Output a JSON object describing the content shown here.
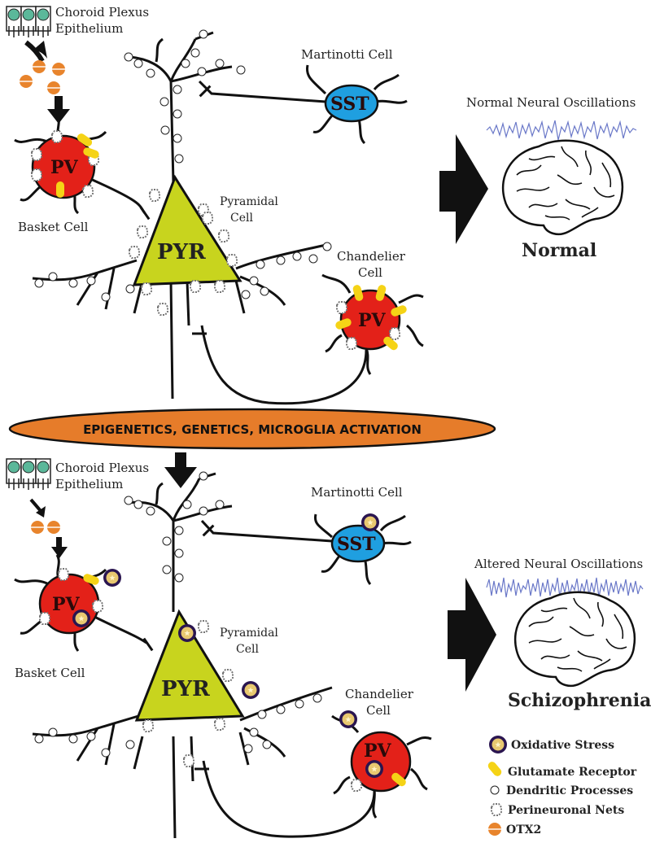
{
  "top_panel": {
    "choroid_label_1": "Choroid Plexus",
    "choroid_label_2": "Epithelium",
    "martinotti_label": "Martinotti Cell",
    "sst_label": "SST",
    "pv_basket_label": "PV",
    "basket_label": "Basket Cell",
    "pyramidal_label_1": "Pyramidal",
    "pyramidal_label_2": "Cell",
    "pyr_label": "PYR",
    "chandelier_label_1": "Chandelier",
    "chandelier_label_2": "Cell",
    "pv_chandelier_label": "PV",
    "oscillation_label": "Normal Neural Oscillations",
    "outcome_label": "Normal"
  },
  "band_label": "EPIGENETICS, GENETICS, MICROGLIA ACTIVATION",
  "bottom_panel": {
    "choroid_label_1": "Choroid Plexus",
    "choroid_label_2": "Epithelium",
    "martinotti_label": "Martinotti Cell",
    "sst_label": "SST",
    "pv_basket_label": "PV",
    "basket_label": "Basket Cell",
    "pyramidal_label_1": "Pyramidal",
    "pyramidal_label_2": "Cell",
    "pyr_label": "PYR",
    "chandelier_label_1": "Chandelier",
    "chandelier_label_2": "Cell",
    "pv_chandelier_label": "PV",
    "oscillation_label": "Altered Neural Oscillations",
    "outcome_label": "Schizophrenia"
  },
  "legend": [
    {
      "icon": "oxidative-stress-icon",
      "label": "Oxidative Stress"
    },
    {
      "icon": "glutamate-receptor-icon",
      "label": "Glutamate Receptor"
    },
    {
      "icon": "dendritic-process-icon",
      "label": "Dendritic Processes"
    },
    {
      "icon": "perineuronal-net-icon",
      "label": "Perineuronal Nets"
    },
    {
      "icon": "otx2-icon",
      "label": "OTX2"
    }
  ],
  "colors": {
    "pv_cell": "#e32119",
    "sst_cell": "#1f9fe0",
    "pyramidal_cell": "#c8d41e",
    "band": "#e67c2a",
    "receptor": "#f5d316",
    "otx2": "#e8842c",
    "choroid": "#5bb89a",
    "oxidative_ring": "#2a1550",
    "oxidative_core": "#e8c870",
    "signal_line": "#6a78c8"
  }
}
